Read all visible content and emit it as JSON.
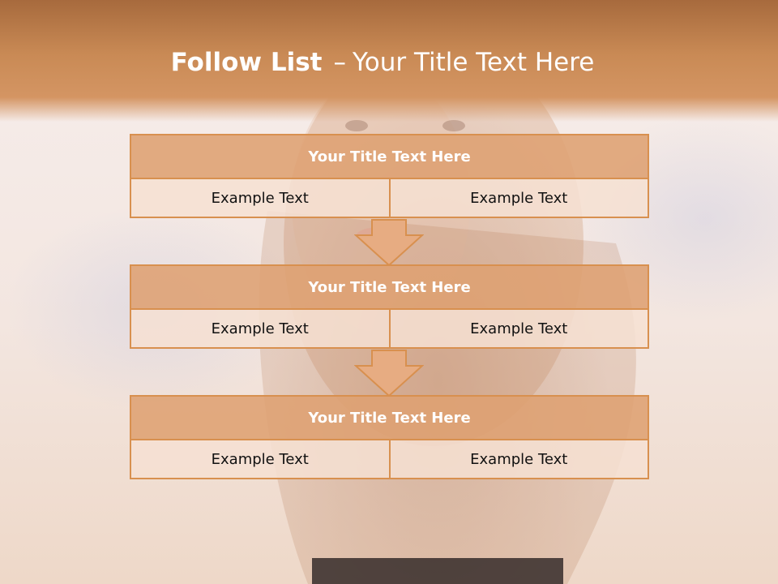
{
  "slide": {
    "title_bold": "Follow List",
    "title_separator": "–",
    "title_rest": "Your Title Text Here"
  },
  "steps": [
    {
      "title": "Your Title Text Here",
      "left": "Example Text",
      "right": "Example Text"
    },
    {
      "title": "Your Title Text Here",
      "left": "Example Text",
      "right": "Example Text"
    },
    {
      "title": "Your Title Text Here",
      "left": "Example Text",
      "right": "Example Text"
    }
  ],
  "colors": {
    "header_band": "#c98a55",
    "block_border": "#d8904f",
    "block_header_fill": "#dea172",
    "block_cell_fill": "#f6e0d2"
  },
  "icons": [
    "down-arrow-icon"
  ]
}
